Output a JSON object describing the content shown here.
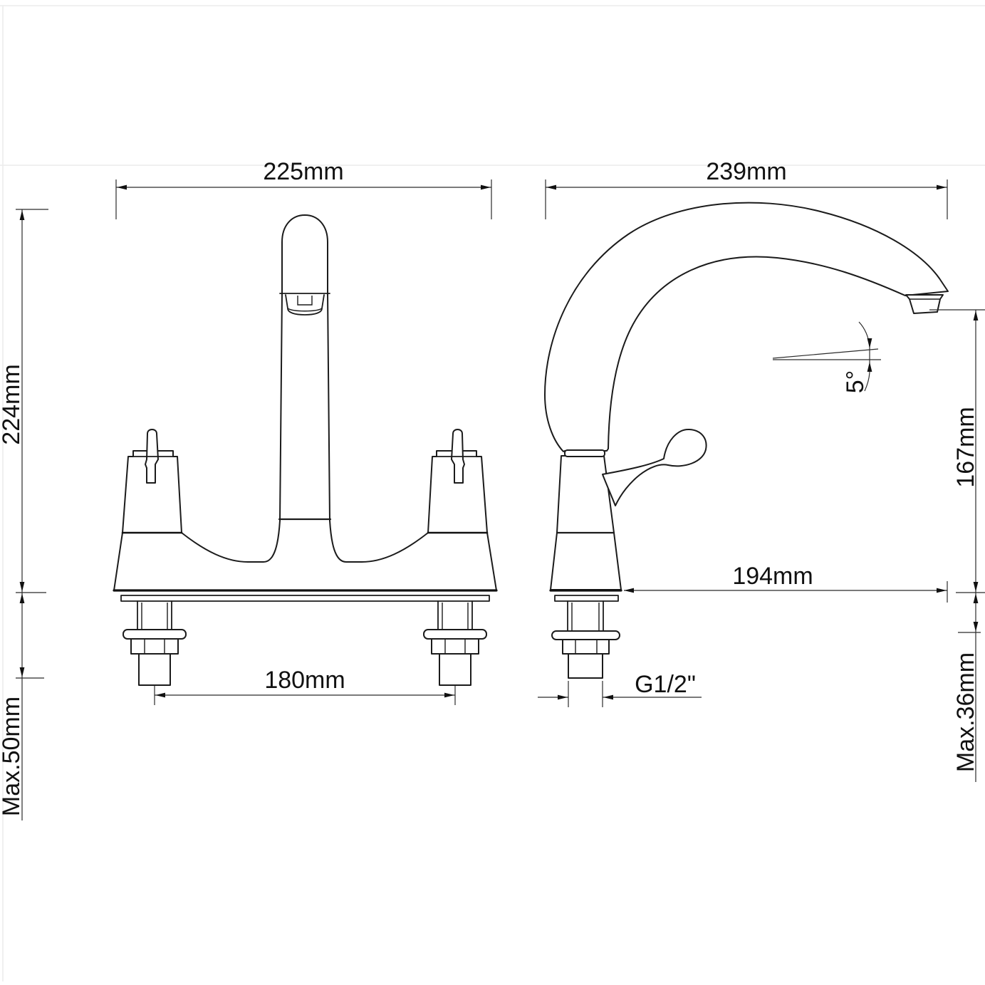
{
  "meta": {
    "description": "Technical dimension drawing of a deck-mounted twin-lever kitchen sink tap, front elevation (left) and side elevation (right)"
  },
  "dimensions": {
    "front_overall_width": "225mm",
    "side_overall_width": "239mm",
    "overall_height": "224mm",
    "max_counter_thickness_front": "Max.50mm",
    "tap_hole_centres": "180mm",
    "spout_reach": "194mm",
    "spout_outlet_height": "167mm",
    "max_counter_thickness_side": "Max.36mm",
    "inlet_thread": "G1/2\"",
    "spout_outlet_angle": "5°"
  },
  "style": {
    "line_color": "#1b1b1b",
    "dimension_color": "#2b2b2b",
    "background": "#ffffff",
    "frame_rule_color": "#ececec"
  }
}
